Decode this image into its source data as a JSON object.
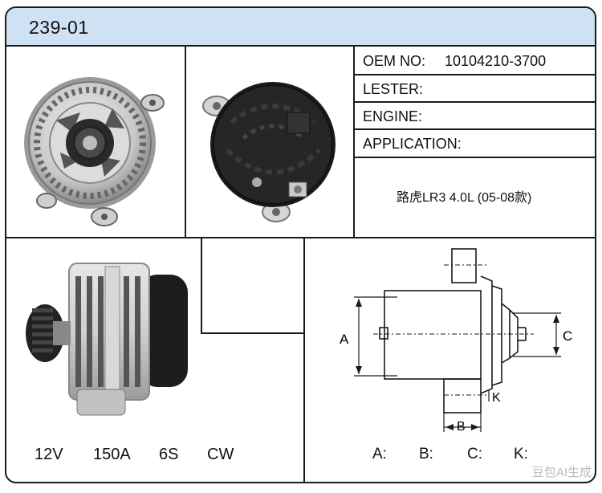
{
  "header": {
    "part_number": "239-01"
  },
  "specs_table": {
    "oem": {
      "label": "OEM NO:",
      "value": "10104210-3700"
    },
    "lester": {
      "label": "LESTER:",
      "value": ""
    },
    "engine": {
      "label": "ENGINE:",
      "value": ""
    },
    "application": {
      "label": "APPLICATION:",
      "value": "路虎LR3 4.0L (05-08款)"
    }
  },
  "electrical_specs": {
    "voltage": "12V",
    "amperage": "150A",
    "pulley": "6S",
    "rotation": "CW"
  },
  "dimensions": {
    "a_label": "A:",
    "b_label": "B:",
    "c_label": "C:",
    "k_label": "K:",
    "diagram_labels": {
      "a": "A",
      "b": "B",
      "c": "C",
      "k": "K"
    }
  },
  "watermark": "豆包AI生成"
}
